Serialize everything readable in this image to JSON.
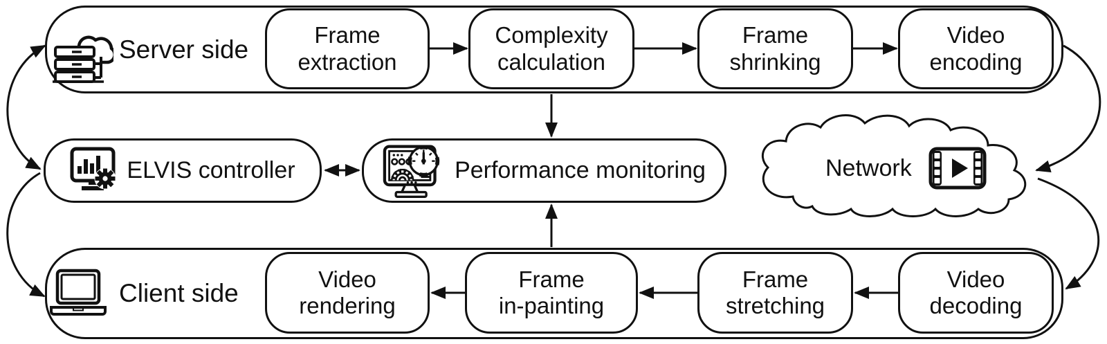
{
  "diagram": {
    "colors": {
      "stroke": "#111111",
      "background": "#ffffff"
    },
    "server_group": {
      "label": "Server side",
      "icon": "server-cloud-icon",
      "boxes": [
        {
          "line1": "Frame",
          "line2": "extraction"
        },
        {
          "line1": "Complexity",
          "line2": "calculation"
        },
        {
          "line1": "Frame",
          "line2": "shrinking"
        },
        {
          "line1": "Video",
          "line2": "encoding"
        }
      ]
    },
    "controller": {
      "label": "ELVIS controller",
      "icon": "monitor-stats-gear-icon"
    },
    "monitoring": {
      "label": "Performance monitoring",
      "icon": "monitor-gauge-gear-icon"
    },
    "network": {
      "label": "Network",
      "icon": "film-play-icon"
    },
    "client_group": {
      "label": "Client side",
      "icon": "laptop-icon",
      "boxes": [
        {
          "line1": "Video",
          "line2": "rendering"
        },
        {
          "line1": "Frame",
          "line2": "in-painting"
        },
        {
          "line1": "Frame",
          "line2": "stretching"
        },
        {
          "line1": "Video",
          "line2": "decoding"
        }
      ]
    }
  }
}
